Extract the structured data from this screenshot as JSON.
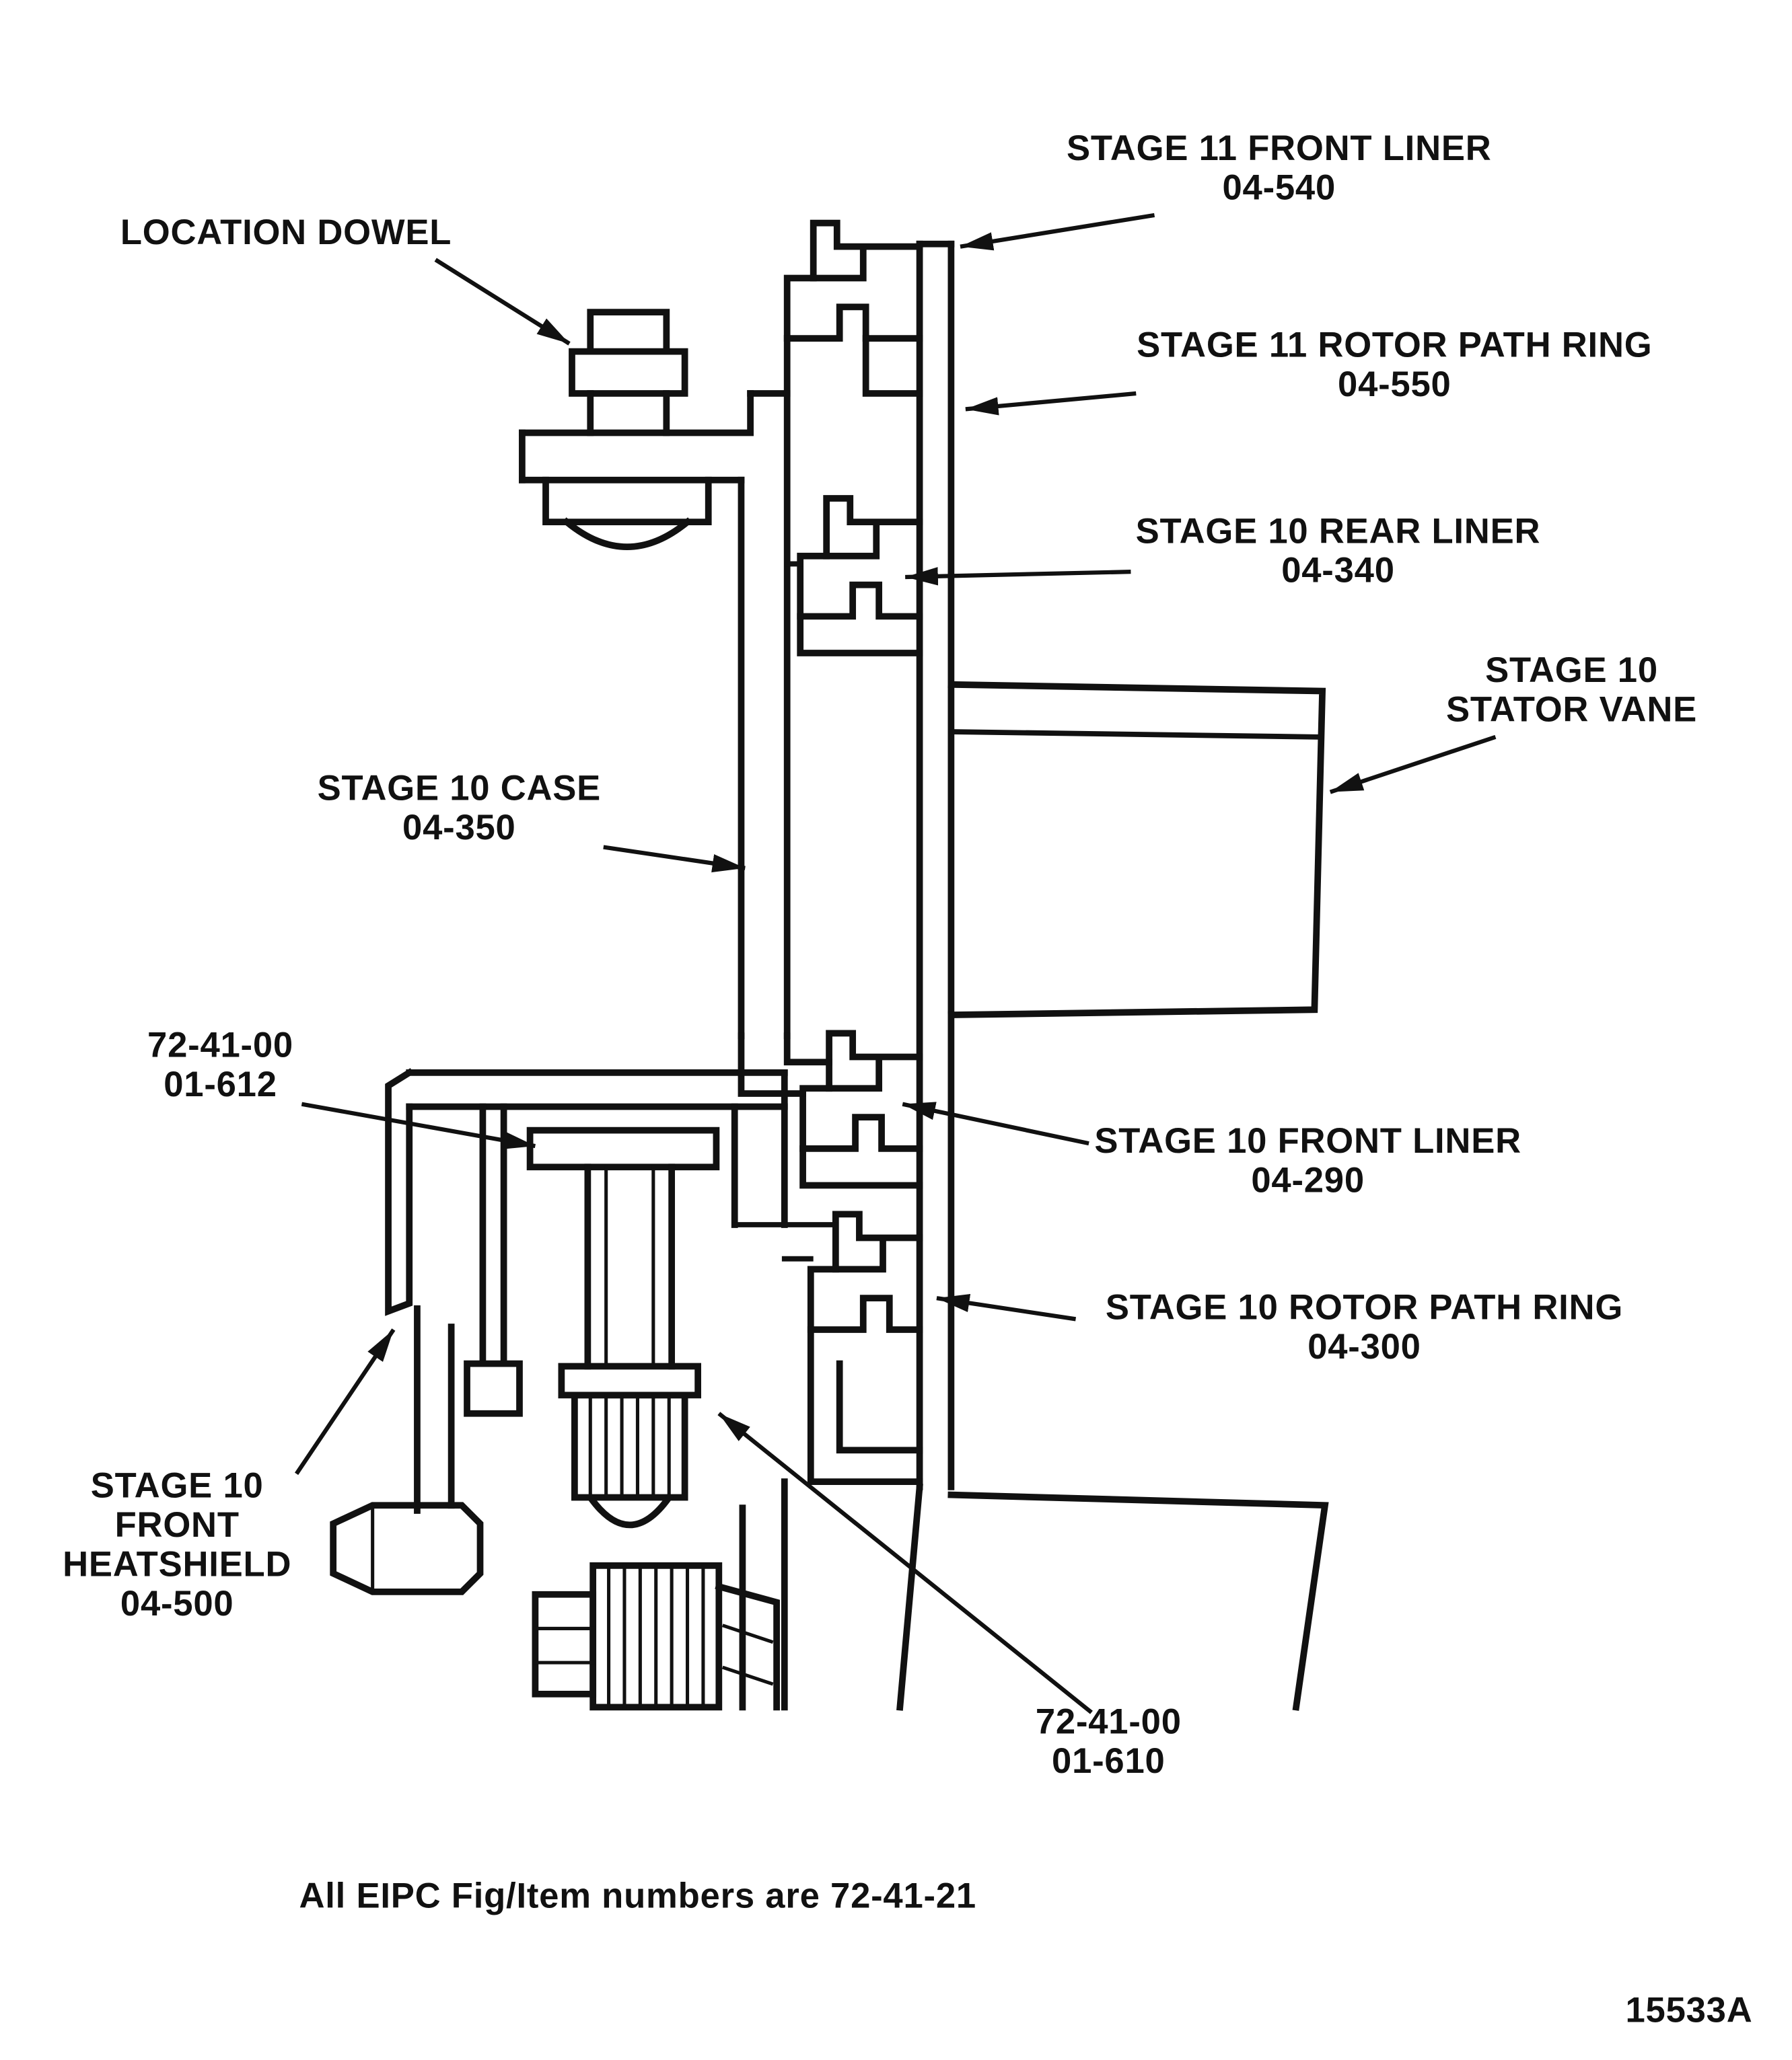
{
  "figure": {
    "footnote": "All EIPC Fig/Item numbers are 72-41-21",
    "figure_code": "15533A",
    "ink_color": "#111111",
    "background_color": "#ffffff"
  },
  "labels": {
    "stage11_front_liner": {
      "title": "STAGE 11 FRONT LINER",
      "item": "04-540"
    },
    "stage11_rotor_path_ring": {
      "title": "STAGE 11 ROTOR PATH RING",
      "item": "04-550"
    },
    "stage10_rear_liner": {
      "title": "STAGE 10 REAR LINER",
      "item": "04-340"
    },
    "stage10_stator_vane": {
      "line1": "STAGE 10",
      "line2": "STATOR VANE"
    },
    "location_dowel": {
      "title": "LOCATION DOWEL"
    },
    "stage10_case": {
      "title": "STAGE 10 CASE",
      "item": "04-350"
    },
    "eipc_item_612": {
      "line1": "72-41-00",
      "line2": "01-612"
    },
    "stage10_front_liner": {
      "title": "STAGE 10 FRONT LINER",
      "item": "04-290"
    },
    "stage10_rotor_path_ring": {
      "title": "STAGE 10 ROTOR PATH RING",
      "item": "04-300"
    },
    "stage10_front_heatshield": {
      "line1": "STAGE 10",
      "line2": "FRONT",
      "line3": "HEATSHIELD",
      "line4": "04-500"
    },
    "eipc_item_610": {
      "line1": "72-41-00",
      "line2": "01-610"
    }
  }
}
